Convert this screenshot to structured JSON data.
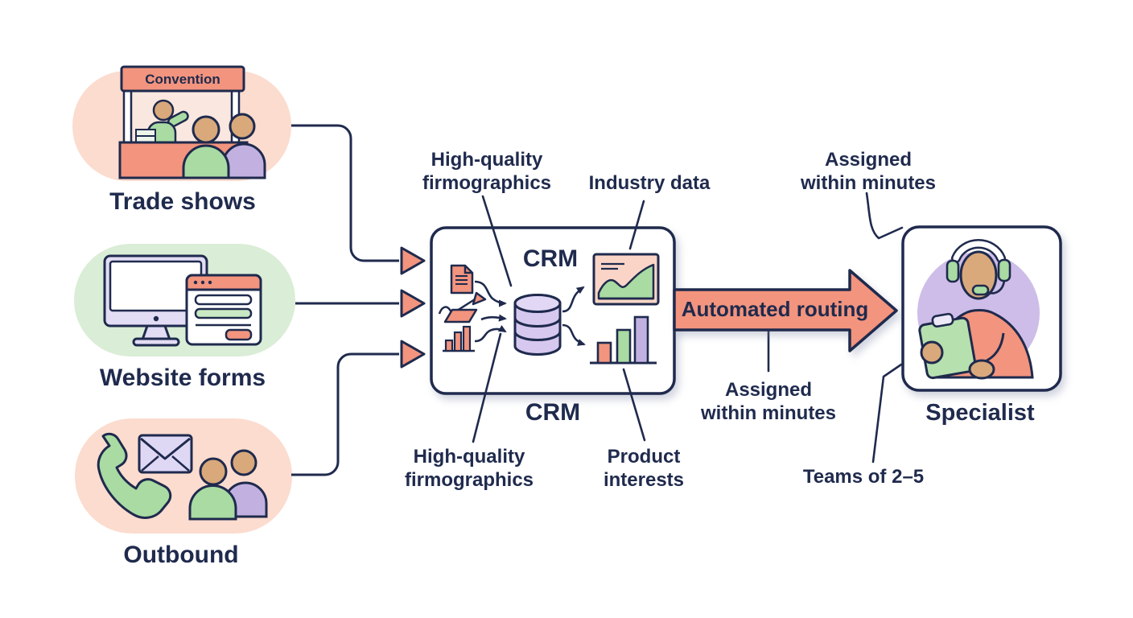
{
  "colors": {
    "navy": "#1F2A4D",
    "salmon": "#F2947E",
    "salmon_light": "#FAD5C7",
    "pink_pill": "#FBDCCF",
    "green_pill": "#DAEDD6",
    "green": "#A9DBA3",
    "green_light": "#C9E9C4",
    "purple": "#C2B1E0",
    "purple_light": "#DFD8F4",
    "purple_db": "#D6C8EE",
    "purple_circle": "#CDBDE8",
    "tan": "#D9A97B"
  },
  "sources": [
    {
      "label": "Trade shows",
      "badge": "Convention",
      "icon": "trade-show-booth-icon"
    },
    {
      "label": "Website forms",
      "icon": "monitor-browser-form-icon"
    },
    {
      "label": "Outbound",
      "icon": "phone-email-people-icon"
    }
  ],
  "crm": {
    "title": "CRM",
    "caption": "CRM"
  },
  "annotations": {
    "high_quality_top": {
      "line1": "High-quality",
      "line2": "firmographics"
    },
    "industry_data": "Industry data",
    "high_quality_bottom": {
      "line1": "High-quality",
      "line2": "firmographics"
    },
    "product_interests": {
      "line1": "Product",
      "line2": "interests"
    },
    "assigned_top": {
      "line1": "Assigned",
      "line2": "within minutes"
    },
    "assigned_bottom": {
      "line1": "Assigned",
      "line2": "within minutes"
    },
    "teams": "Teams of 2–5"
  },
  "routing": {
    "label": "Automated routing"
  },
  "specialist": {
    "label": "Specialist",
    "icon": "support-agent-icon"
  }
}
